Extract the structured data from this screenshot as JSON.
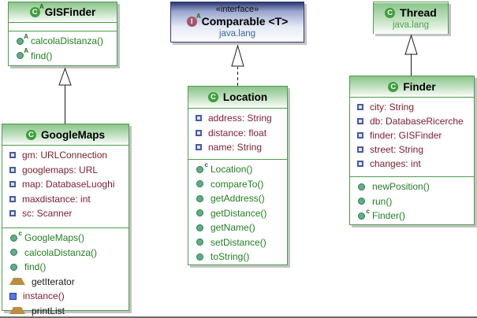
{
  "diagram_title": "UML class diagram",
  "colors": {
    "class_border": "#4f9b4f",
    "interface_border": "#2e3c74",
    "field_text": "#7a1c30",
    "method_text": "#237d23",
    "package_text_blue": "#3c64a8",
    "package_text_green": "#54a054"
  },
  "classes": {
    "gisfinder": {
      "title": "GISFinder",
      "kind": "abstract class",
      "methods": [
        {
          "label": "calcolaDistanza()",
          "kind": "abstract-method"
        },
        {
          "label": "find()",
          "kind": "abstract-method"
        }
      ]
    },
    "comparable": {
      "stereotype": "«interface»",
      "title": "Comparable <T>",
      "package": "java.lang",
      "kind": "interface"
    },
    "thread": {
      "title": "Thread",
      "package": "java.lang",
      "kind": "class"
    },
    "googlemaps": {
      "title": "GoogleMaps",
      "kind": "class",
      "fields": [
        {
          "label": "gm: URLConnection"
        },
        {
          "label": "googlemaps: URL"
        },
        {
          "label": "map: DatabaseLuoghi"
        },
        {
          "label": "maxdistance: int"
        },
        {
          "label": "sc: Scanner"
        }
      ],
      "methods": [
        {
          "label": "GoogleMaps()",
          "kind": "constructor"
        },
        {
          "label": "calcolaDistanza()",
          "kind": "method"
        },
        {
          "label": "find()",
          "kind": "method"
        },
        {
          "label": "getIterator",
          "kind": "property"
        },
        {
          "label": "instance()",
          "kind": "static-method"
        },
        {
          "label": "printList",
          "kind": "property"
        }
      ]
    },
    "location": {
      "title": "Location",
      "kind": "class",
      "fields": [
        {
          "label": "address: String"
        },
        {
          "label": "distance: float"
        },
        {
          "label": "name: String"
        }
      ],
      "methods": [
        {
          "label": "Location()",
          "kind": "constructor"
        },
        {
          "label": "compareTo()",
          "kind": "method"
        },
        {
          "label": "getAddress()",
          "kind": "method"
        },
        {
          "label": "getDistance()",
          "kind": "method"
        },
        {
          "label": "getName()",
          "kind": "method"
        },
        {
          "label": "setDistance()",
          "kind": "method"
        },
        {
          "label": "toString()",
          "kind": "method"
        }
      ]
    },
    "finder": {
      "title": "Finder",
      "kind": "class",
      "fields": [
        {
          "label": "city: String"
        },
        {
          "label": "db: DatabaseRicerche"
        },
        {
          "label": "finder: GISFinder"
        },
        {
          "label": "street: String"
        },
        {
          "label": "changes: int"
        }
      ],
      "methods": [
        {
          "label": "newPosition()",
          "kind": "method"
        },
        {
          "label": "run()",
          "kind": "method"
        },
        {
          "label": "Finder()",
          "kind": "constructor"
        }
      ]
    }
  },
  "relations": [
    {
      "from": "GoogleMaps",
      "to": "GISFinder",
      "type": "extends"
    },
    {
      "from": "Location",
      "to": "Comparable",
      "type": "implements"
    },
    {
      "from": "Finder",
      "to": "Thread",
      "type": "extends"
    }
  ]
}
